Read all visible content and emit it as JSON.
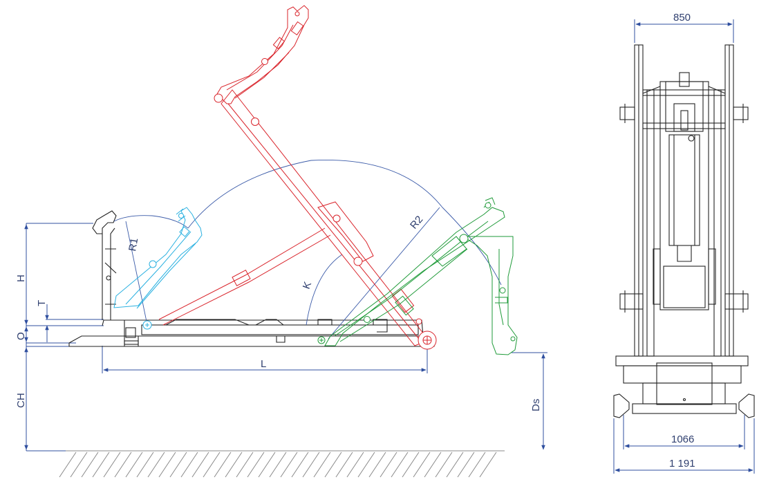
{
  "side_view": {
    "labels": {
      "H": "H",
      "T": "T",
      "O": "O",
      "CH": "CH",
      "L": "L",
      "Ds": "Ds",
      "R1": "R1",
      "R2": "R2",
      "K": "K"
    }
  },
  "front_view": {
    "dimensions": {
      "top_width": "850",
      "inner_width": "1066",
      "outer_width": "1 191"
    }
  },
  "colors": {
    "dimension": "#2f4f9f",
    "red_position": "#d9232a",
    "cyan_position": "#29b0e0",
    "green_position": "#1e9a38",
    "base": "#222222"
  }
}
